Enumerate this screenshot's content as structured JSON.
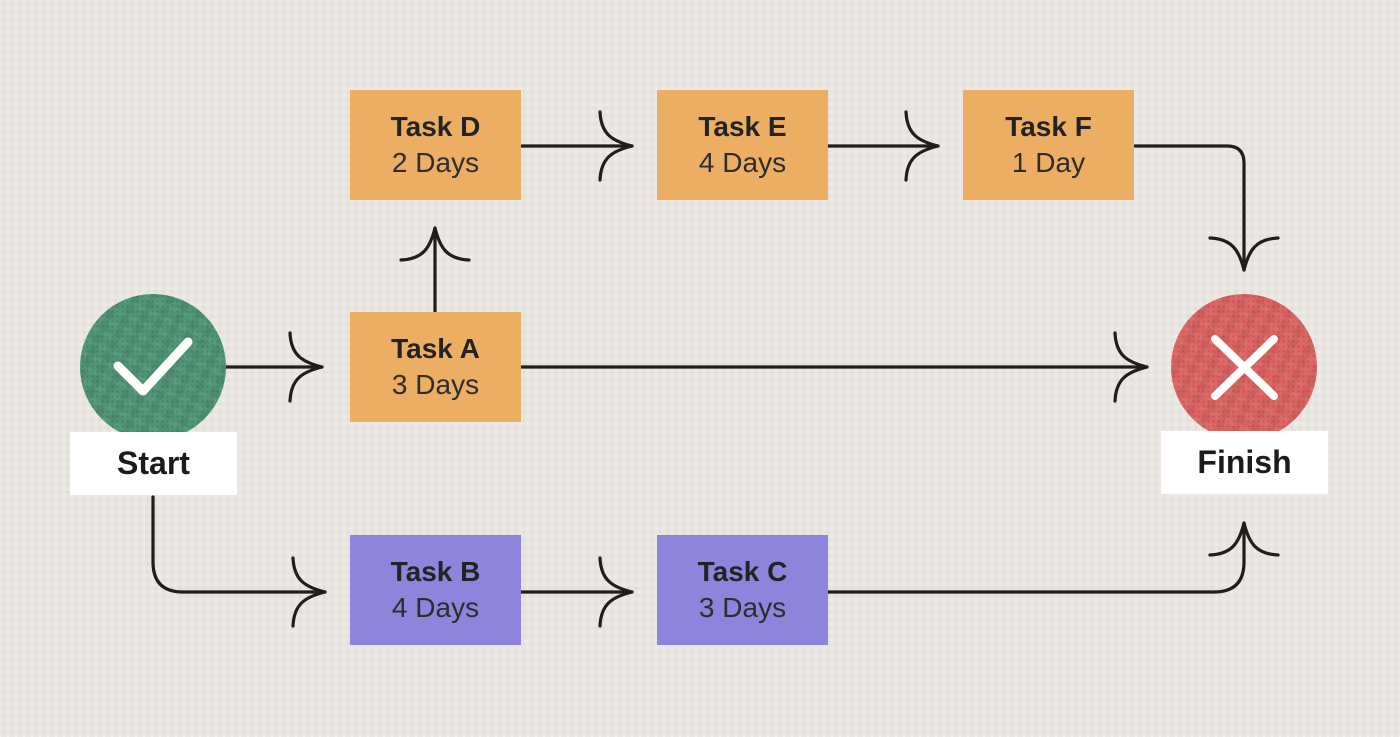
{
  "diagram": {
    "type": "project-network-diagram",
    "start": {
      "label": "Start",
      "icon": "check-icon"
    },
    "finish": {
      "label": "Finish",
      "icon": "x-icon"
    },
    "tasks": [
      {
        "id": "A",
        "name": "Task A",
        "duration": "3 Days",
        "color": "orange"
      },
      {
        "id": "B",
        "name": "Task B",
        "duration": "4 Days",
        "color": "purple"
      },
      {
        "id": "C",
        "name": "Task C",
        "duration": "3 Days",
        "color": "purple"
      },
      {
        "id": "D",
        "name": "Task D",
        "duration": "2 Days",
        "color": "orange"
      },
      {
        "id": "E",
        "name": "Task E",
        "duration": "4 Days",
        "color": "orange"
      },
      {
        "id": "F",
        "name": "Task F",
        "duration": "1 Day",
        "color": "orange"
      }
    ],
    "edges": [
      {
        "from": "Start",
        "to": "Task A"
      },
      {
        "from": "Start",
        "to": "Task B"
      },
      {
        "from": "Task A",
        "to": "Task D"
      },
      {
        "from": "Task A",
        "to": "Finish"
      },
      {
        "from": "Task D",
        "to": "Task E"
      },
      {
        "from": "Task E",
        "to": "Task F"
      },
      {
        "from": "Task F",
        "to": "Finish"
      },
      {
        "from": "Task B",
        "to": "Task C"
      },
      {
        "from": "Task C",
        "to": "Finish"
      }
    ],
    "colors": {
      "orange": "#ebae63",
      "purple": "#8e84dc",
      "green": "#4e9475",
      "red": "#dc6462",
      "background": "#e9e6e2",
      "line": "#1f1e1c"
    }
  }
}
